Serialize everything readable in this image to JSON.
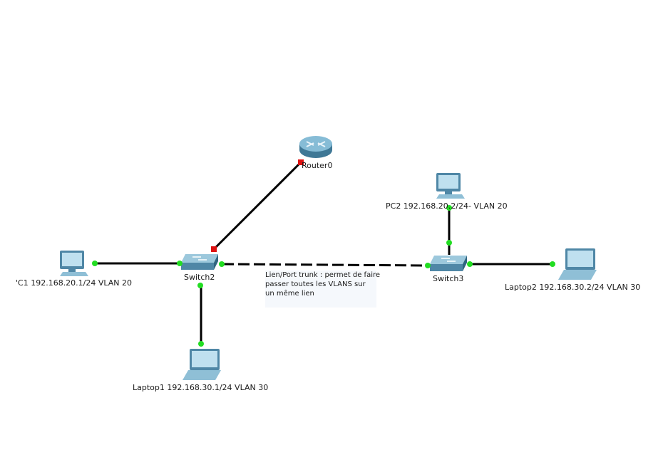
{
  "devices": {
    "router": {
      "label": "Router0",
      "icon": "router-icon"
    },
    "switch2": {
      "label": "Switch2",
      "icon": "switch-icon"
    },
    "switch3": {
      "label": "Switch3",
      "icon": "switch-icon"
    },
    "pc1": {
      "label": "'C1 192.168.20.1/24 VLAN 20",
      "icon": "desktop-pc-icon"
    },
    "pc2": {
      "label": "PC2  192.168.20.2/24- VLAN 20",
      "icon": "desktop-pc-icon"
    },
    "laptop1": {
      "label": "Laptop1 192.168.30.1/24 VLAN 30",
      "icon": "laptop-icon"
    },
    "laptop2": {
      "label": "Laptop2 192.168.30.2/24 VLAN 30",
      "icon": "laptop-icon"
    }
  },
  "trunk_note": {
    "line1": "Lien/Port trunk : permet de faire",
    "line2": "passer toutes les VLANS sur",
    "line3": "un même lien"
  },
  "colors": {
    "link": "#000000",
    "port_up": "#22dd22",
    "port_down": "#dd1111",
    "note_bg": "#f5f8fc",
    "device_body": "#7fb3cf",
    "device_dark": "#3f7896"
  }
}
